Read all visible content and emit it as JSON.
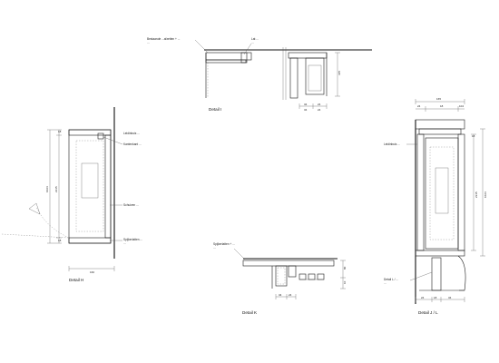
{
  "details": {
    "i": {
      "title": "Detail I",
      "notes": [
        "Bestaande ...afzetten + ...",
        "...",
        "Lat ...",
        "..."
      ],
      "dims": [
        "315",
        "34",
        "24",
        "34",
        "24"
      ]
    },
    "h": {
      "title": "Detail H",
      "notes": [
        "Leidinbuis ...",
        "Kantenkant ...",
        "Schuiven ...",
        "Spijkerlatten ...",
        "..."
      ],
      "dims": [
        "18",
        "1024",
        "2315",
        "18",
        "160"
      ]
    },
    "k": {
      "title": "Detail K",
      "notes": [
        "Spijkerlatten + ...",
        "..."
      ],
      "dims": [
        "80",
        "10",
        "34",
        "24"
      ]
    },
    "jl": {
      "title": "Detail J / L",
      "notes": [
        "Leidinbuis ...",
        "Detail L / ...",
        "..."
      ],
      "dims": [
        "165",
        "24",
        "18",
        "104",
        "18",
        "2315",
        "1024",
        "24",
        "34",
        "18"
      ]
    }
  }
}
